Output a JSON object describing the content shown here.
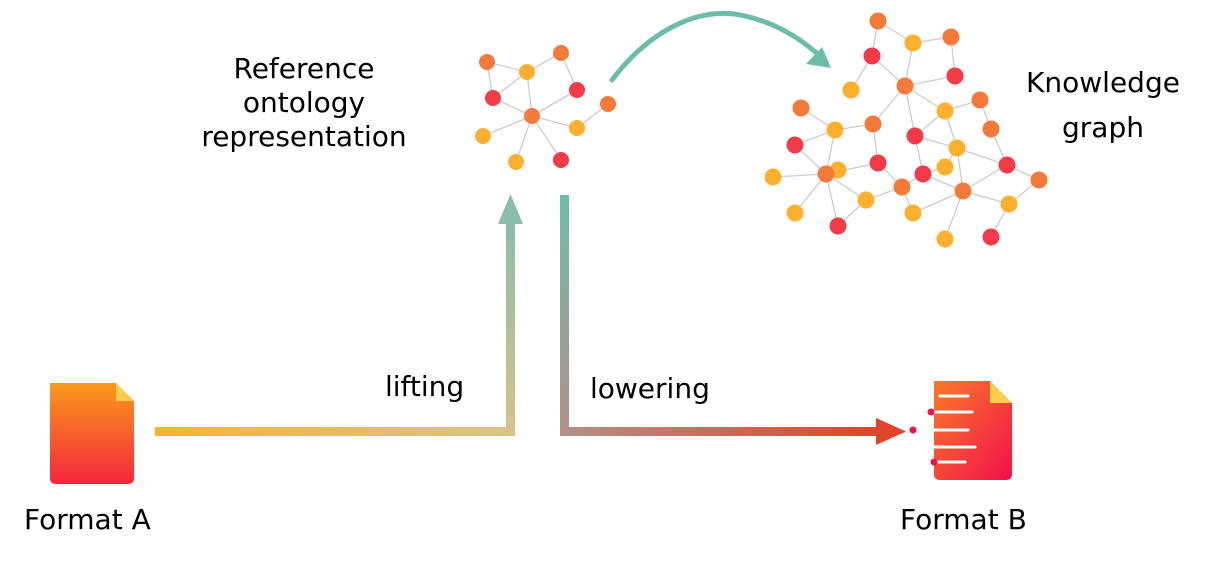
{
  "labels": {
    "reference_line1": "Reference",
    "reference_line2": "ontology",
    "reference_line3": "representation",
    "knowledge_line1": "Knowledge",
    "knowledge_line2": "graph",
    "lifting": "lifting",
    "lowering": "lowering",
    "format_a": "Format A",
    "format_b": "Format B"
  },
  "colors": {
    "orange": "#f47a3a",
    "yellow": "#fcb02e",
    "red": "#f23a48",
    "edge": "#cccccc",
    "teal": "#6cbcaa",
    "arrow_red": "#e0442a"
  },
  "icons": {
    "format_a": "document-icon",
    "format_b": "document-speed-icon"
  }
}
